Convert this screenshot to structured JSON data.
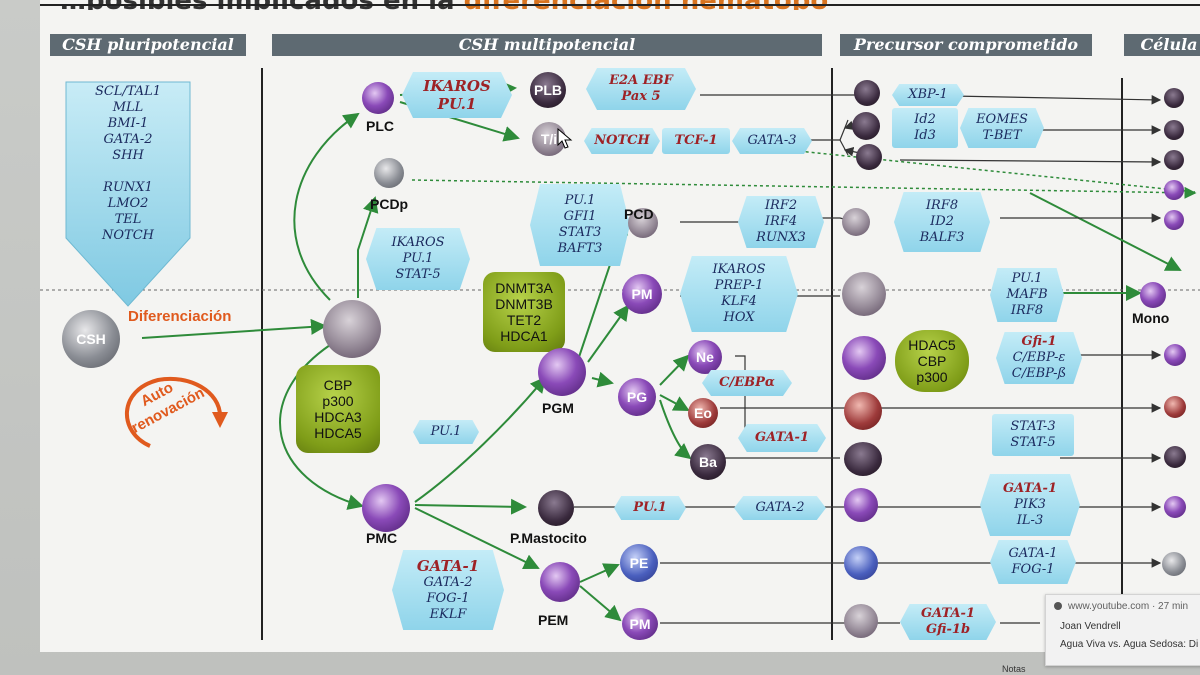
{
  "title": {
    "part1": "…posibles implicados en la ",
    "part2": "diferenciación hematopo"
  },
  "headers": {
    "pluri": "CSH pluripotencial",
    "multi": "CSH multipotencial",
    "prec": "Precursor comprometido",
    "cel": "Célula"
  },
  "pluri_factors": [
    "SCL/TAL1",
    "MLL",
    "BMI-1",
    "GATA-2",
    "SHH",
    "",
    "RUNX1",
    "LMO2",
    "TEL",
    "NOTCH"
  ],
  "csh": {
    "label": "CSH",
    "diff": "Diferenciación",
    "auto1": "Auto",
    "auto2": "renovación"
  },
  "olive_boxes": {
    "left": [
      "CBP",
      "p300",
      "HDCA3",
      "HDCA5"
    ],
    "mid": [
      "DNMT3A",
      "DNMT3B",
      "TET2",
      "HDCA1"
    ],
    "right": [
      "HDAC5",
      "CBP",
      "p300"
    ]
  },
  "hex_boxes": {
    "plc_tf": [
      "IKAROS",
      "PU.1"
    ],
    "plb_tf": [
      "E2A EBF",
      "Pax 5"
    ],
    "notch": "NOTCH",
    "tcf": "TCF-1",
    "gata3": "GATA-3",
    "xbp": "XBP-1",
    "id": [
      "Id2",
      "Id3"
    ],
    "eomes": [
      "EOMES",
      "T-BET"
    ],
    "pcdp_tf": [
      "IKAROS",
      "PU.1",
      "STAT-5"
    ],
    "pcd_tf": [
      "PU.1",
      "GFI1",
      "STAT3",
      "BAFT3"
    ],
    "irf_a": [
      "IRF2",
      "IRF4",
      "RUNX3"
    ],
    "irf_b": [
      "IRF8",
      "ID2",
      "BALF3"
    ],
    "pm_tf": [
      "IKAROS",
      "PREP-1",
      "KLF4",
      "HOX"
    ],
    "mono_tf": [
      "PU.1",
      "MAFB",
      "IRF8"
    ],
    "cebpa": "C/EBPα",
    "ne_tf": [
      "Gfi-1",
      "C/EBP-ε",
      "C/EBP-ß"
    ],
    "gata1_g": "GATA-1",
    "stat_tf": [
      "STAT-3",
      "STAT-5"
    ],
    "pu1_small": "PU.1",
    "pu1_mast": "PU.1",
    "gata2_mast": "GATA-2",
    "mast_tf": [
      "GATA-1",
      "PIK3",
      "IL-3"
    ],
    "pem_tf": [
      "GATA-1",
      "GATA-2",
      "FOG-1",
      "EKLF"
    ],
    "pe_tf": [
      "GATA-1",
      "FOG-1"
    ],
    "mk_tf": [
      "GATA-1",
      "Gfi-1b"
    ]
  },
  "cells": {
    "plc": "PLC",
    "plb": "PLB",
    "ti": "T/i",
    "pcdp": "PCDp",
    "pcd": "PCD",
    "pm": "PM",
    "pgm": "PGM",
    "pg": "PG",
    "ne": "Ne",
    "eo": "Eo",
    "ba": "Ba",
    "pmc": "PMC",
    "pmast": "P.Mastocito",
    "pe": "PE",
    "pem": "PEM",
    "pm2": "PM",
    "mono": "Mono"
  },
  "popup": {
    "url": "www.youtube.com",
    "time": "· 27 min",
    "author": "Joan Vendrell",
    "video": "Agua Viva vs. Agua Sedosa: Di"
  },
  "taskbar": {
    "notas": "Notas"
  },
  "colors": {
    "hex_fill": "#8fd4ea",
    "olive": "#7f9d18",
    "arrow": "#2e8b3a",
    "header": "#5e6a72",
    "accent": "#e05a1e"
  }
}
